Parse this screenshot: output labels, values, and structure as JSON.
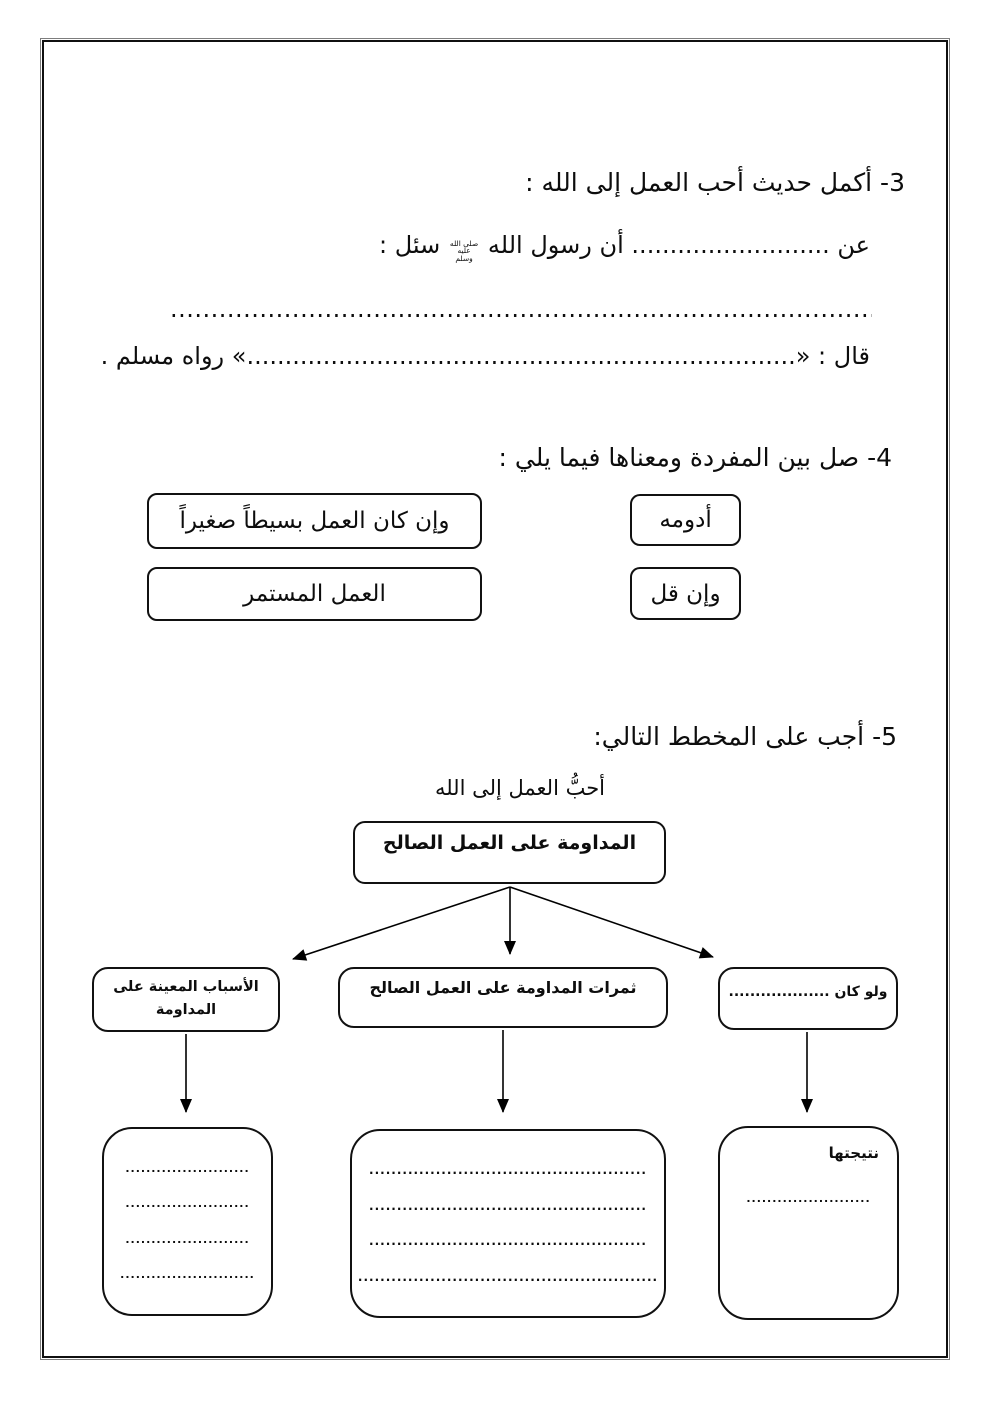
{
  "q3": {
    "heading": "3- أكمل حديث أحب العمل إلى الله :",
    "narrator_prefix": "عن .......................... أن رسول الله",
    "pbuh_line1": "صلى الله",
    "pbuh_line2": "عليه",
    "pbuh_line3": "وسلم",
    "narrator_suffix": "سئل :",
    "answer_dots": "....................................................................................................",
    "qala_line": "قال : «........................................................................» رواه مسلم ."
  },
  "q4": {
    "heading": "4- صل بين المفردة ومعناها فيما يلي :",
    "word_1": "أدومه",
    "word_2": "وإن قل",
    "meaning_1": "وإن كان العمل بسيطاً صغيراً",
    "meaning_2": "العمل المستمر"
  },
  "q5": {
    "heading": "5- أجب على المخطط التالي:",
    "diagram_title": "أحبُّ العمل إلى الله",
    "root": "المداومة على العمل الصالح",
    "branch_left_line1": "الأسباب المعينة على",
    "branch_left_line2": "المداومة",
    "branch_middle": "ثمرات المداومة على العمل الصالح",
    "branch_right": "ولو كان ...................",
    "leaf_left_dots": [
      "........................",
      "........................",
      "........................",
      ".........................."
    ],
    "leaf_middle_dots": [
      "..................................................",
      "..................................................",
      "..................................................",
      "......................................................"
    ],
    "leaf_right_title": "نتيجتها",
    "leaf_right_dots": "........................"
  }
}
